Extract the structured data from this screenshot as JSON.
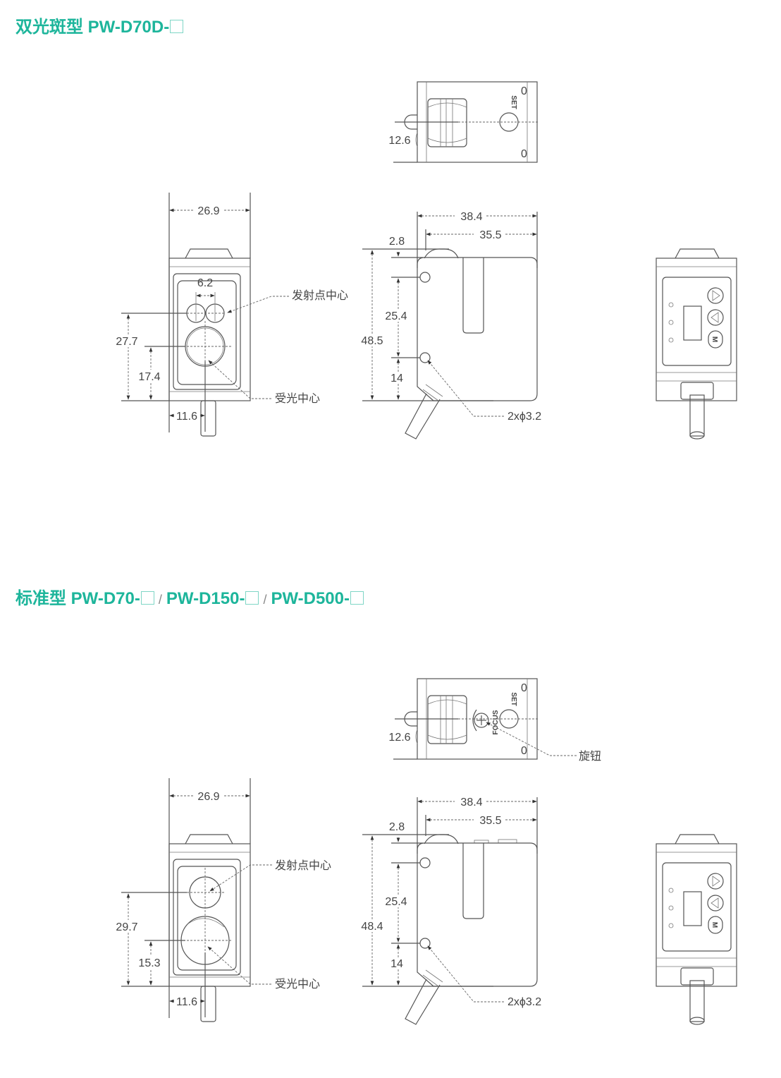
{
  "sections": [
    {
      "title_prefix": "双光斑型",
      "models": [
        "PW-D70D-"
      ],
      "top_view": {
        "dim_height": "12.6",
        "set_label": "SET",
        "marks": "0"
      },
      "front_view": {
        "width": "26.9",
        "emitter_spacing": "6.2",
        "emitter_height": "27.7",
        "receiver_height": "17.4",
        "receiver_offset": "11.6",
        "emitter_label": "发射点中心",
        "receiver_label": "受光中心"
      },
      "side_view": {
        "length": "38.4",
        "inner_length": "35.5",
        "top_offset": "2.8",
        "height": "48.5",
        "hole_spacing": "25.4",
        "hole_height": "14",
        "hole_label": "2xϕ3.2"
      },
      "back_view": {
        "button_m": "M"
      }
    },
    {
      "title_prefix": "标准型",
      "models": [
        "PW-D70-",
        "PW-D150-",
        "PW-D500-"
      ],
      "separator": "/",
      "top_view": {
        "dim_height": "12.6",
        "set_label": "SET",
        "focus_label": "FOCUS",
        "knob_label": "旋钮",
        "marks": "0"
      },
      "front_view": {
        "width": "26.9",
        "emitter_height": "29.7",
        "receiver_height": "15.3",
        "receiver_offset": "11.6",
        "emitter_label": "发射点中心",
        "receiver_label": "受光中心"
      },
      "side_view": {
        "length": "38.4",
        "inner_length": "35.5",
        "top_offset": "2.8",
        "height": "48.4",
        "hole_spacing": "25.4",
        "hole_height": "14",
        "hole_label": "2xϕ3.2"
      },
      "back_view": {
        "button_m": "M"
      }
    }
  ],
  "colors": {
    "accent": "#1db59b",
    "line": "#555555"
  }
}
